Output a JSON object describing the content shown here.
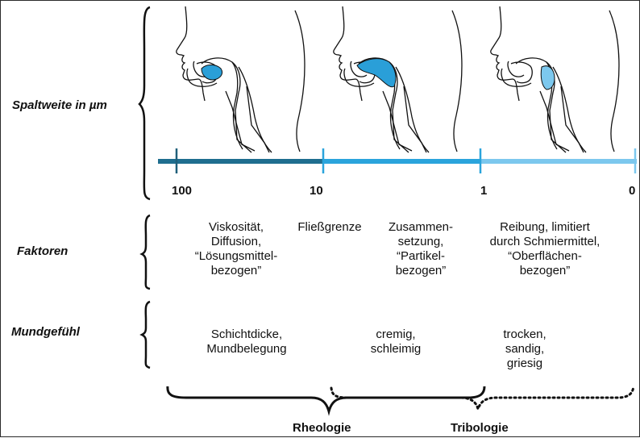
{
  "rows": {
    "spaltweite": "Spaltweite in µm",
    "faktoren": "Faktoren",
    "mundgefuehl": "Mundgefühl"
  },
  "scale": {
    "ticks": [
      "100",
      "10",
      "1",
      "0"
    ],
    "segment_colors": [
      "#1f6e8f",
      "#2aa4dc",
      "#7cc8ee"
    ],
    "accent_fill": "#2a9fd8"
  },
  "faktoren": {
    "col1": [
      "Viskosität,",
      "Diffusion,",
      "“Lösungsmittel-",
      "bezogen”"
    ],
    "col2": [
      "Fließgrenze"
    ],
    "col3": [
      "Zusammen-",
      "setzung,",
      "“Partikel-",
      "bezogen”"
    ],
    "col4": [
      "Reibung, limitiert",
      "durch Schmiermittel,",
      "“Oberflächen-",
      "bezogen”"
    ]
  },
  "mundgefuehl": {
    "col1": [
      "Schichtdicke,",
      "Mundbelegung"
    ],
    "col2": [
      "cremig,",
      "schleimig"
    ],
    "col3": [
      "trocken,",
      "sandig,",
      "griesig"
    ]
  },
  "bottom": {
    "rheologie": "Rheologie",
    "tribologie": "Tribologie"
  }
}
